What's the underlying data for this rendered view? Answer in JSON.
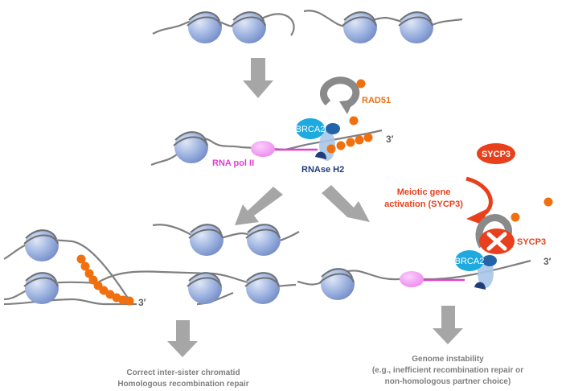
{
  "labels": {
    "brca2": "BRCA2",
    "rad51": "RAD51",
    "three_prime": "3′",
    "rna_pol_ii": "RNA pol II",
    "rnase_h2": "RNAse H2",
    "sycp3": "SYCP3",
    "meiotic_line1": "Meiotic gene",
    "meiotic_line2": "activation (SYCP3)",
    "outcome_left_line1": "Correct inter-sister chromatid",
    "outcome_left_line2": "Homologous recombination repair",
    "outcome_right_line1": "Genome instability",
    "outcome_right_line2": "(e.g., inefficient recombination repair or",
    "outcome_right_line3": "non-homologous partner choice)"
  },
  "colors": {
    "nucleosome": "#8fa8dc",
    "dna": "#808080",
    "arrow": "#a6a6a6",
    "brca2": "#1eaadf",
    "rad51": "#f07010",
    "rna_pol_ii": "#f08cf0",
    "rna_pol_ii_label": "#e040d0",
    "rnase_h2_label": "#1f3d7a",
    "sycp3": "#e8401c",
    "meiotic_label": "#e8401c",
    "outcome_text": "#7f7f7f"
  }
}
